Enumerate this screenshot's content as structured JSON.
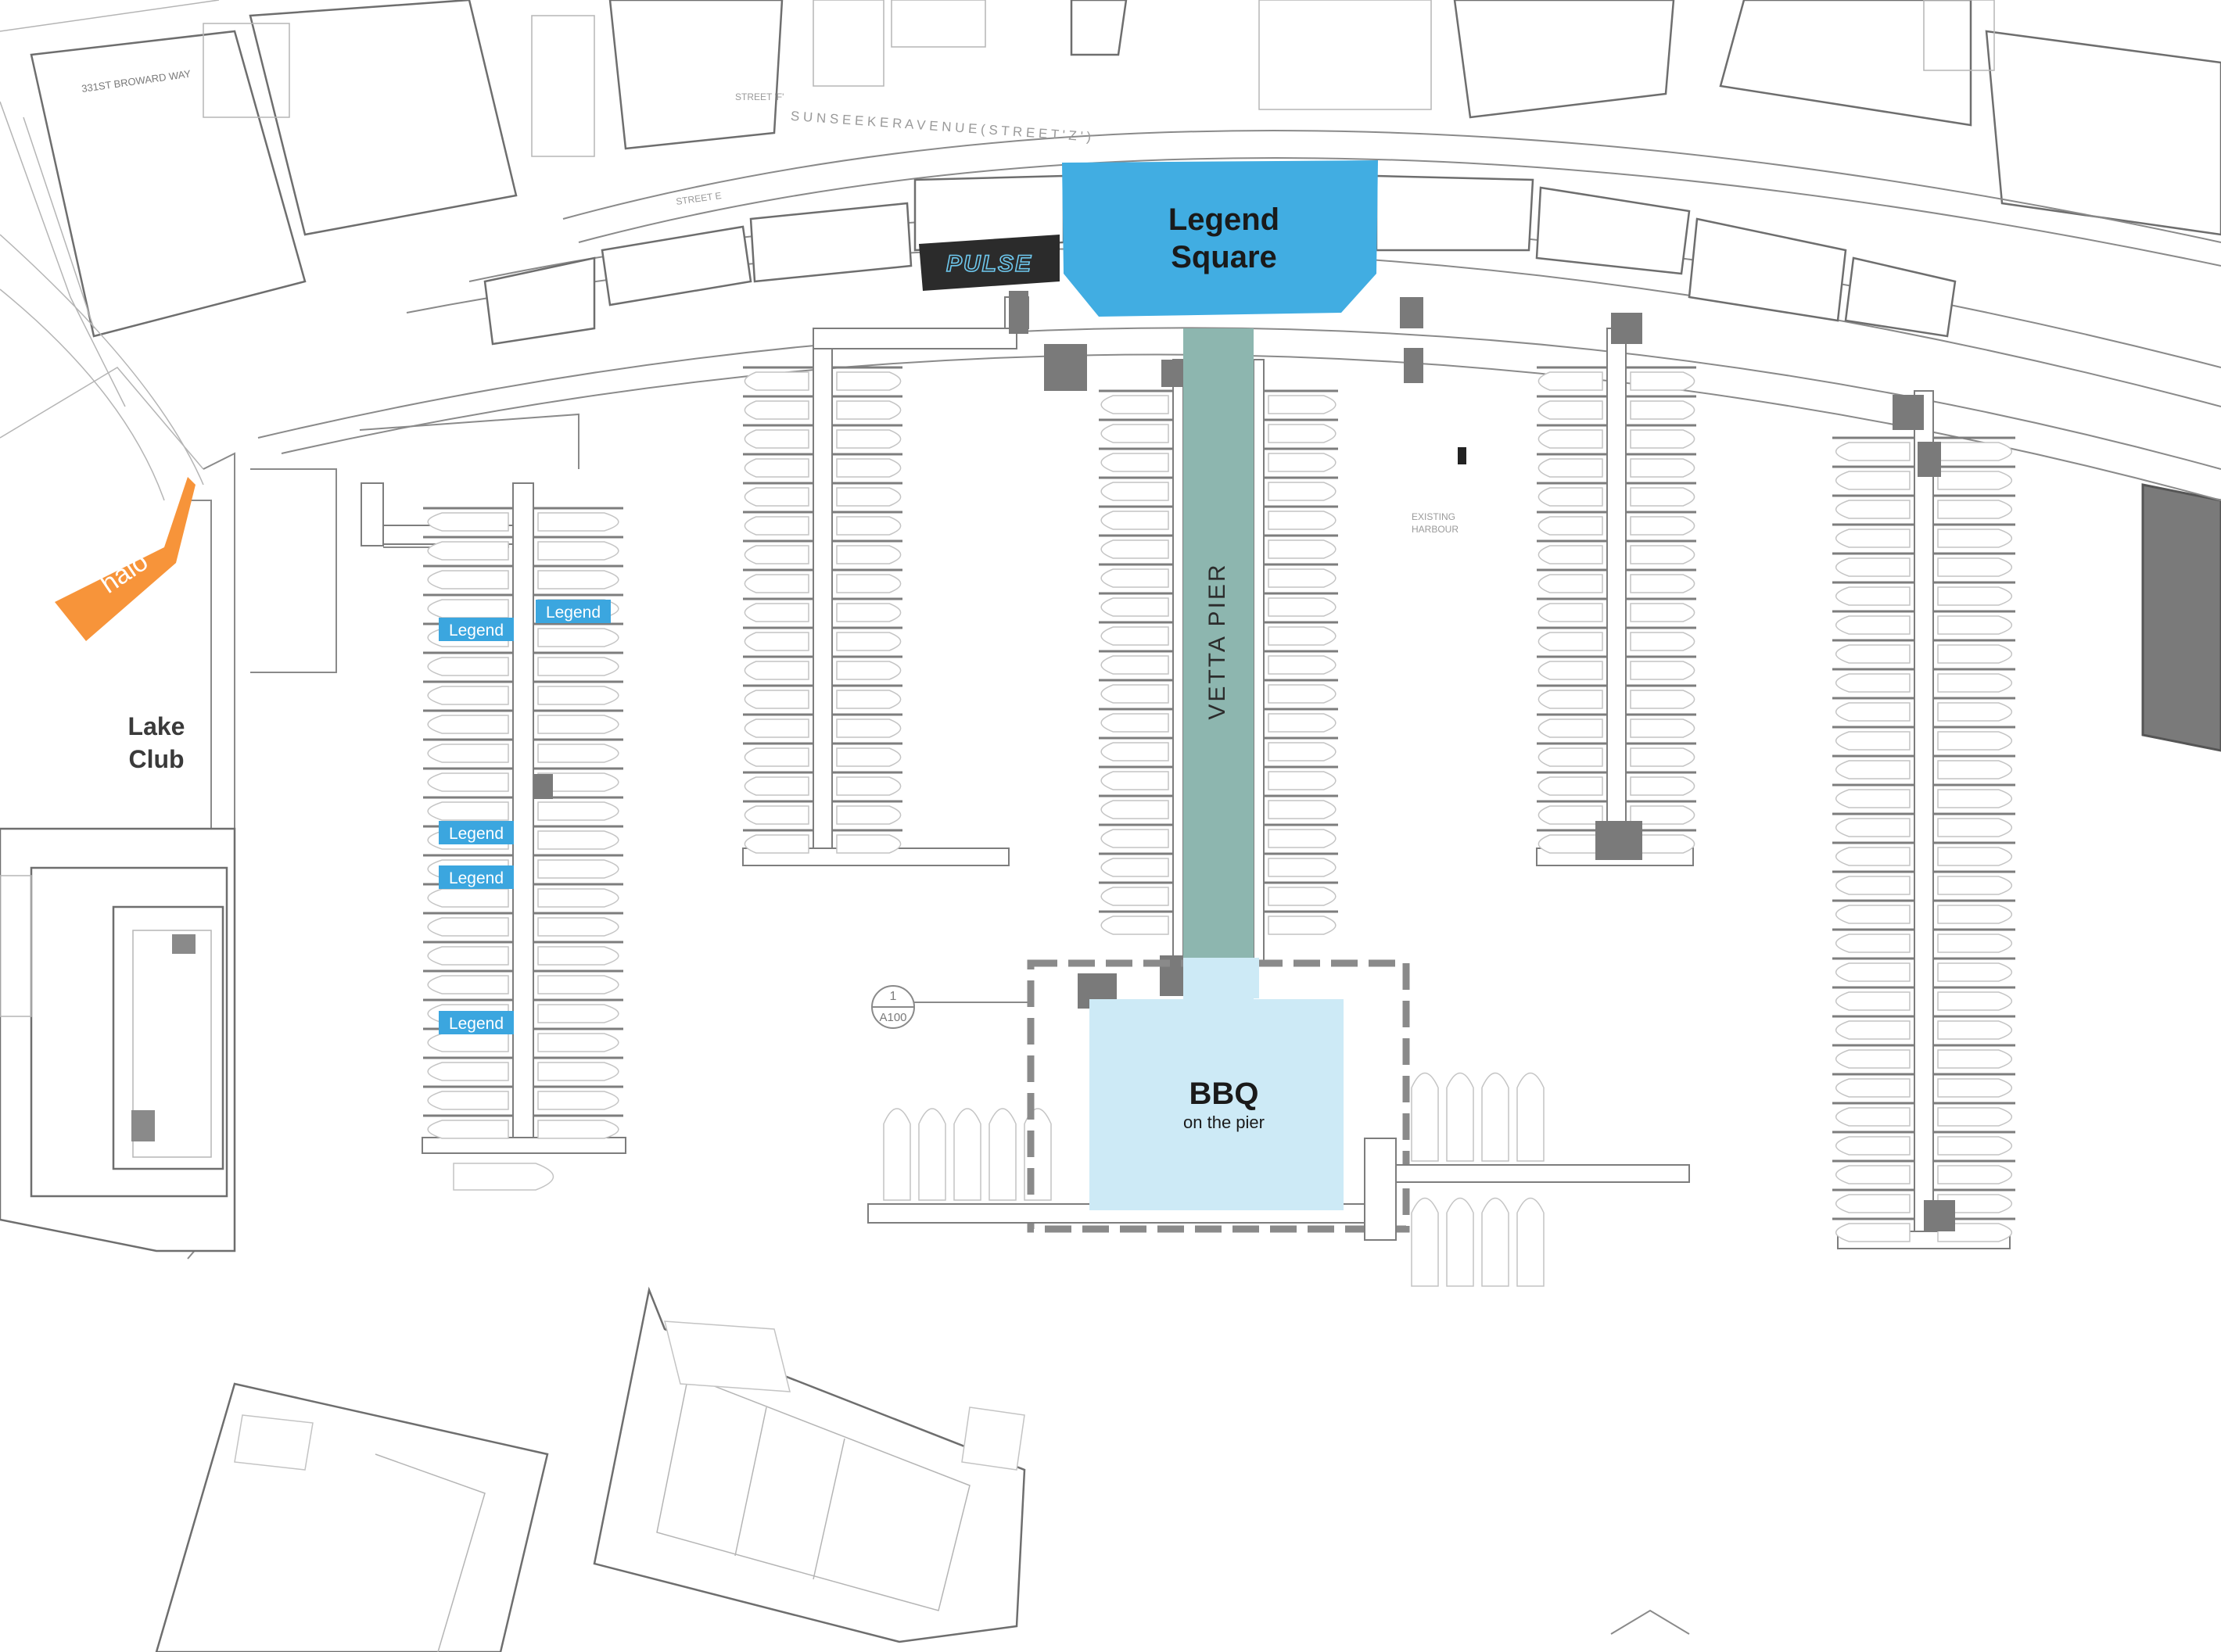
{
  "colors": {
    "legend_square": "#41ade2",
    "vetta_pier": "#8db6af",
    "bbq": "#cdeaf6",
    "halo": "#f7943a",
    "pulse": "#2b2b2b",
    "pulse_text": "#6ec8ee",
    "legend_tag": "#3ba6df",
    "label_dark": "#3a3a3a"
  },
  "areas": {
    "legend_square": {
      "line1": "Legend",
      "line2": "Square"
    },
    "vetta_pier": "VETTA PIER",
    "bbq": {
      "title": "BBQ",
      "subtitle": "on the pier"
    },
    "lake_club": {
      "line1": "Lake",
      "line2": "Club"
    },
    "halo": "hālō",
    "pulse": "PULSE"
  },
  "legend_tags": [
    "Legend",
    "Legend",
    "Legend",
    "Legend",
    "Legend"
  ],
  "plan_labels": {
    "street": "S U N S E E K E R   A V E N U E   ( S T R E E T   ' Z ' )",
    "street_f": "STREET 'F'",
    "street_e": "STREET E",
    "existing_harbour_1": "EXISTING",
    "existing_harbour_2": "HARBOUR",
    "section_ref_num": "1",
    "section_ref_sheet": "A100",
    "way_label": "331ST BROWARD WAY"
  }
}
